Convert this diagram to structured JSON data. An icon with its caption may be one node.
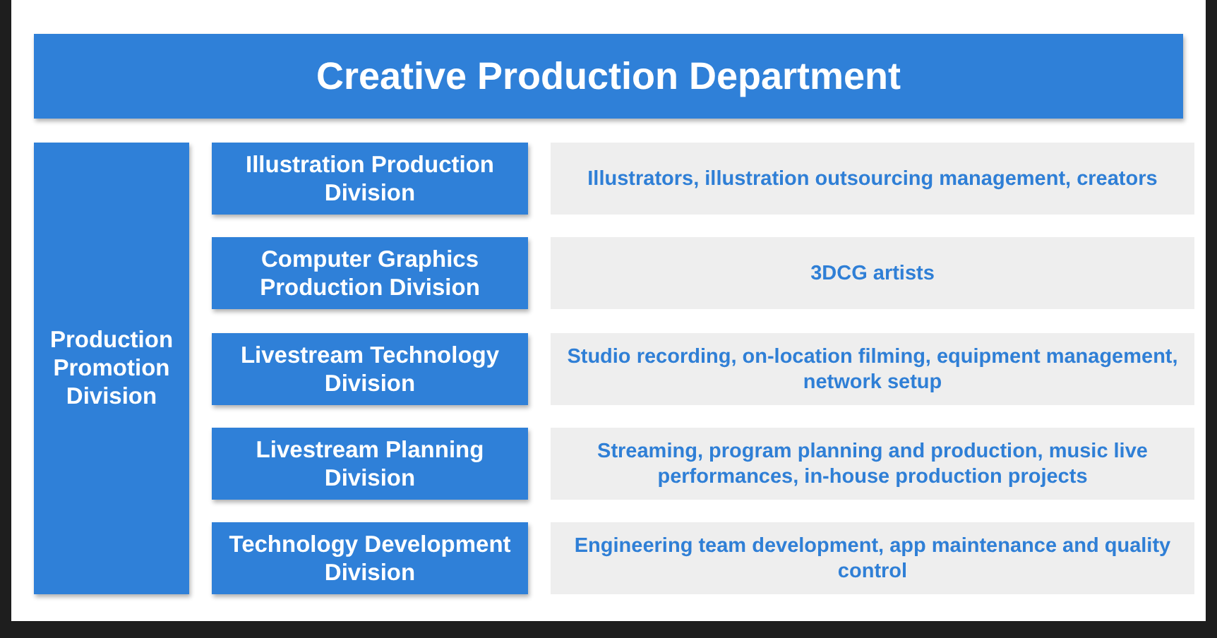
{
  "diagram": {
    "nodes": [
      {
        "text": [
          "Creative Production Department"
        ]
      },
      {
        "text": [
          "Production Promotion Division"
        ]
      },
      {
        "text": [
          "Illustration Production Division"
        ]
      },
      {
        "text": [
          "Illustrators, illustration outsourcing management, creators"
        ]
      },
      {
        "text": [
          "Computer Graphics Production Division"
        ]
      },
      {
        "text": [
          "3DCG artists"
        ]
      },
      {
        "text": [
          "Livestream Technology Division"
        ]
      },
      {
        "text": [
          "Studio recording, on-location filming, equipment management, network setup"
        ]
      },
      {
        "text": [
          "Livestream Planning Division"
        ]
      },
      {
        "text": [
          "Streaming, program planning and production, music live performances, in-house production projects"
        ]
      },
      {
        "text": [
          "Technology Development Division"
        ]
      },
      {
        "text": [
          "Engineering team development, app maintenance and quality control"
        ]
      }
    ],
    "edges": []
  }
}
